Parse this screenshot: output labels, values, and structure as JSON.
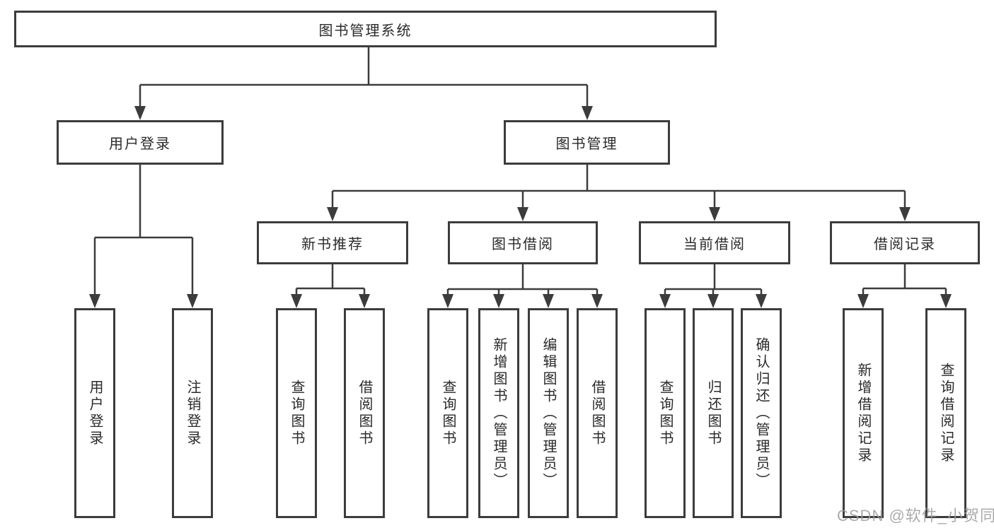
{
  "title": "图书管理系统",
  "nodes": {
    "root": {
      "label": "图书管理系统"
    },
    "user_login": {
      "label": "用户登录"
    },
    "book_management": {
      "label": "图书管理"
    },
    "new_book_recommend": {
      "label": "新书推荐"
    },
    "book_borrowing": {
      "label": "图书借阅"
    },
    "current_borrowing": {
      "label": "当前借阅"
    },
    "borrowing_records": {
      "label": "借阅记录"
    },
    "leaf_user_login": {
      "label": "用户登录"
    },
    "leaf_logout": {
      "label": "注销登录"
    },
    "leaf_nb_query": {
      "label": "查询图书"
    },
    "leaf_nb_borrow": {
      "label": "借阅图书"
    },
    "leaf_bb_query": {
      "label": "查询图书"
    },
    "leaf_bb_add": {
      "label": "新增图书（管理员）"
    },
    "leaf_bb_edit": {
      "label": "编辑图书（管理员）"
    },
    "leaf_bb_borrow": {
      "label": "借阅图书"
    },
    "leaf_cb_query": {
      "label": "查询图书"
    },
    "leaf_cb_return": {
      "label": "归还图书"
    },
    "leaf_cb_confirm": {
      "label": "确认归还（管理员）"
    },
    "leaf_br_add": {
      "label": "新增借阅记录"
    },
    "leaf_br_query": {
      "label": "查询借阅记录"
    }
  },
  "edges": [
    {
      "from": "root",
      "to": "user_login"
    },
    {
      "from": "root",
      "to": "book_management"
    },
    {
      "from": "user_login",
      "to": "leaf_user_login"
    },
    {
      "from": "user_login",
      "to": "leaf_logout"
    },
    {
      "from": "book_management",
      "to": "new_book_recommend"
    },
    {
      "from": "book_management",
      "to": "book_borrowing"
    },
    {
      "from": "book_management",
      "to": "current_borrowing"
    },
    {
      "from": "book_management",
      "to": "borrowing_records"
    },
    {
      "from": "new_book_recommend",
      "to": "leaf_nb_query"
    },
    {
      "from": "new_book_recommend",
      "to": "leaf_nb_borrow"
    },
    {
      "from": "book_borrowing",
      "to": "leaf_bb_query"
    },
    {
      "from": "book_borrowing",
      "to": "leaf_bb_add"
    },
    {
      "from": "book_borrowing",
      "to": "leaf_bb_edit"
    },
    {
      "from": "book_borrowing",
      "to": "leaf_bb_borrow"
    },
    {
      "from": "current_borrowing",
      "to": "leaf_cb_query"
    },
    {
      "from": "current_borrowing",
      "to": "leaf_cb_return"
    },
    {
      "from": "current_borrowing",
      "to": "leaf_cb_confirm"
    },
    {
      "from": "borrowing_records",
      "to": "leaf_br_add"
    },
    {
      "from": "borrowing_records",
      "to": "leaf_br_query"
    }
  ],
  "watermark": "CSDN @软件_小贺同学",
  "colors": {
    "line": "#3c3c3c",
    "border": "#3c3c3c",
    "text": "#2a2a2a",
    "watermark": "#9d9d9d",
    "background": "#ffffff"
  }
}
